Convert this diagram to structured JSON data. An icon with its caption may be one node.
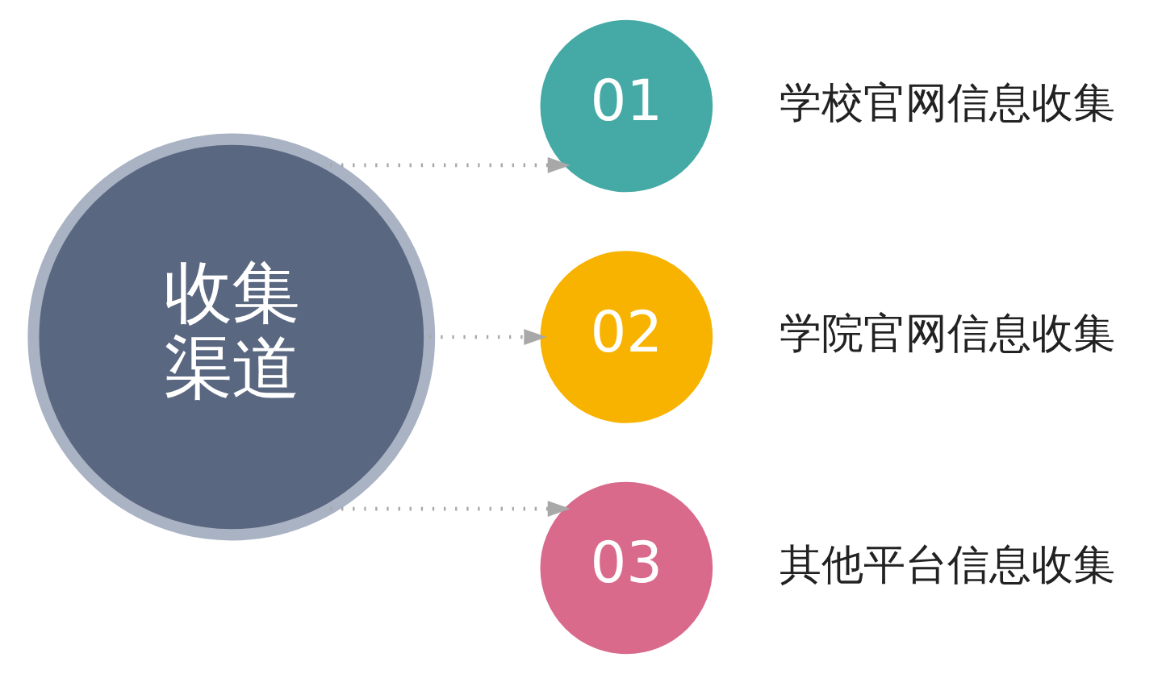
{
  "diagram": {
    "nodes": [
      {
        "text": [
          "收集渠道"
        ]
      },
      {
        "text": [
          "01"
        ],
        "beside": [
          "学校官网信息收集"
        ]
      },
      {
        "text": [
          "02"
        ],
        "beside": [
          "学院官网信息收集"
        ]
      },
      {
        "text": [
          "03"
        ],
        "beside": [
          "其他平台信息收集"
        ]
      }
    ],
    "edges": [
      {
        "from": 0,
        "to": 1,
        "arrow": "to",
        "style": "dashed"
      },
      {
        "from": 0,
        "to": 2,
        "arrow": "to",
        "style": "dashed"
      },
      {
        "from": 0,
        "to": 3,
        "arrow": "to",
        "style": "dashed"
      }
    ]
  }
}
